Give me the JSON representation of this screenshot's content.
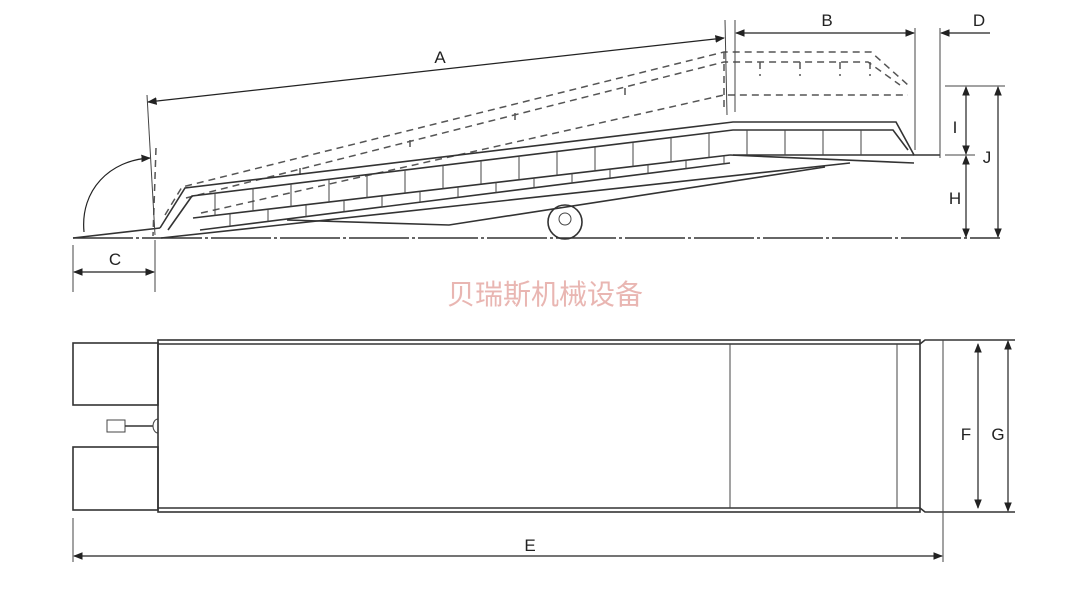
{
  "watermark": "贝瑞斯机械设备",
  "labels": {
    "A": "A",
    "B": "B",
    "C": "C",
    "D": "D",
    "E": "E",
    "F": "F",
    "G": "G",
    "H": "H",
    "I": "I",
    "J": "J"
  },
  "colors": {
    "line": "#333333",
    "watermark": "#e9b6b2"
  }
}
